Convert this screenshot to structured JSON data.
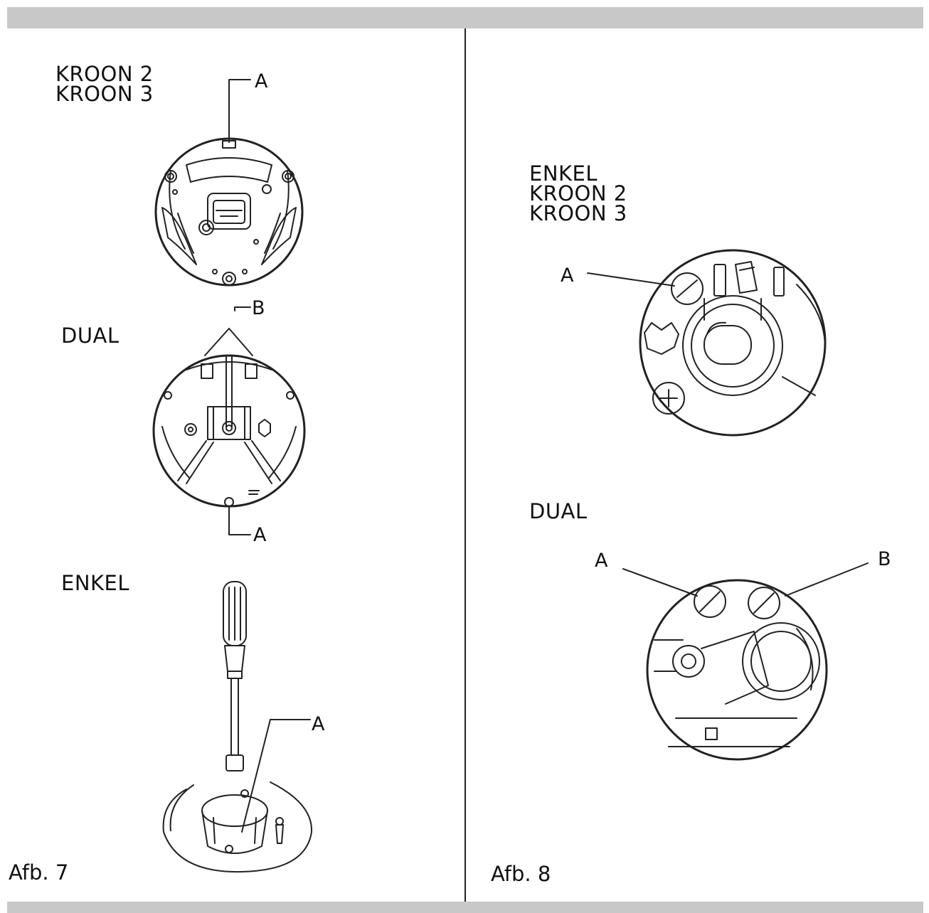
{
  "figure7": {
    "caption": "Afb. 7",
    "sections": [
      {
        "id": "kroon",
        "label": "KROON 2\nKROON 3",
        "callouts": [
          "A"
        ]
      },
      {
        "id": "dual",
        "label": "DUAL",
        "callouts": [
          "B",
          "A"
        ]
      },
      {
        "id": "enkel",
        "label": "ENKEL",
        "callouts": [
          "A"
        ]
      }
    ]
  },
  "figure8": {
    "caption": "Afb. 8",
    "sections": [
      {
        "id": "enkel-kroon",
        "label": "ENKEL\nKROON 2\nKROON 3",
        "callouts": [
          "A"
        ]
      },
      {
        "id": "dual",
        "label": "DUAL",
        "callouts": [
          "A",
          "B"
        ]
      }
    ]
  }
}
